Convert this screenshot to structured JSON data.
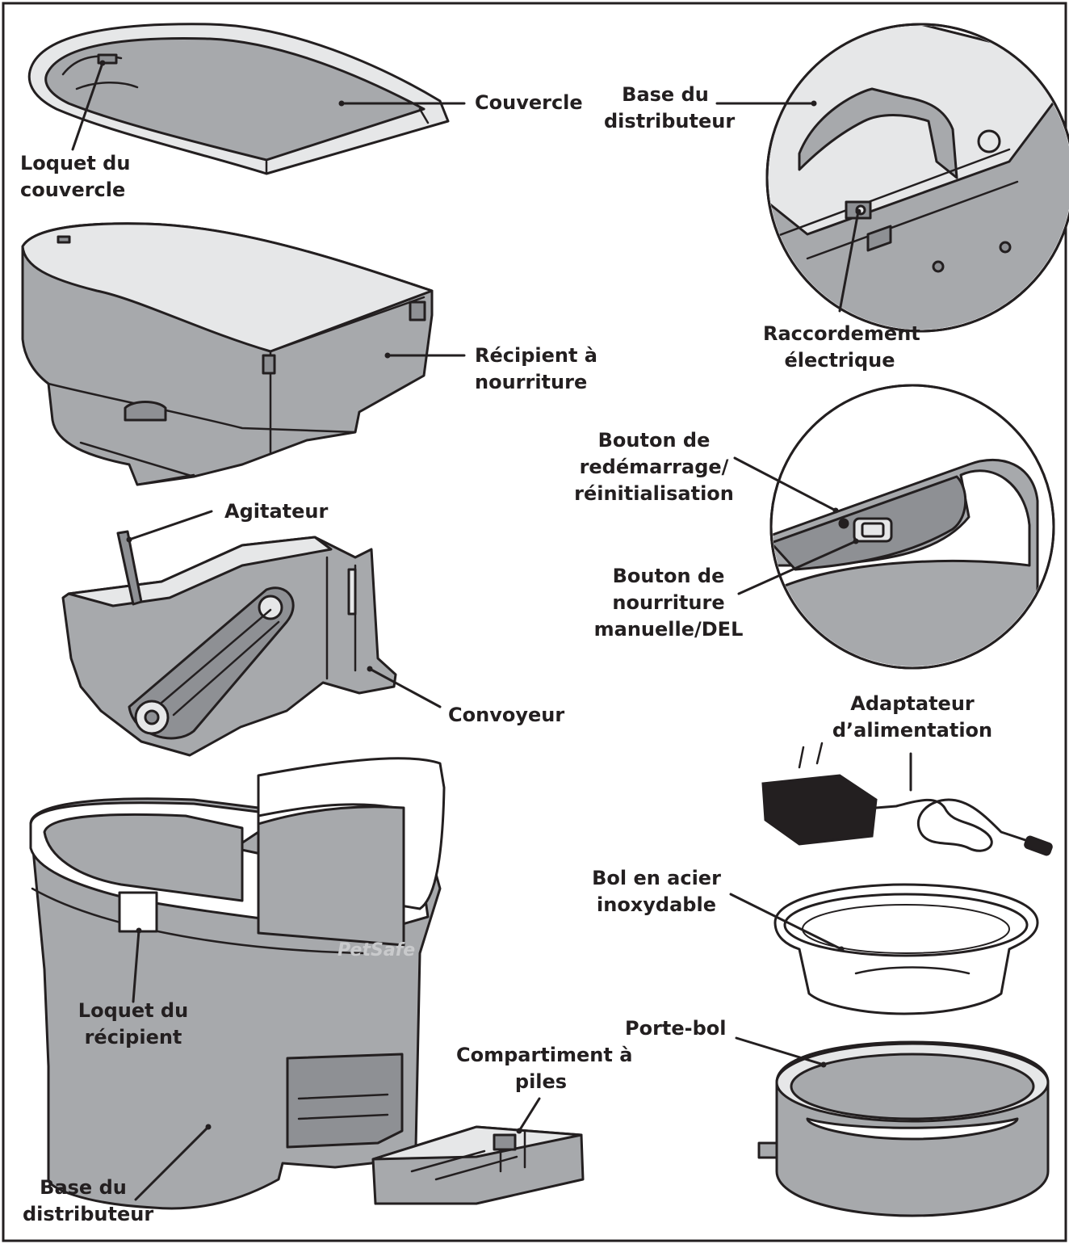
{
  "labels": {
    "couvercle": "Couvercle",
    "loquet_couvercle": "Loquet du\ncouvercle",
    "recipient_nourriture": "Récipient à\nnourriture",
    "agitateur": "Agitateur",
    "convoyeur": "Convoyeur",
    "loquet_recipient": "Loquet du\nrécipient",
    "base_distributeur_bottom": "Base du\ndistributeur",
    "compartiment_piles": "Compartiment à\npiles",
    "base_distributeur_top": "Base du\ndistributeur",
    "raccordement_electrique": "Raccordement\nélectrique",
    "bouton_redemarrage": "Bouton de\nredémarrage/\nréinitialisation",
    "bouton_nourriture": "Bouton de\nnourriture\nmanuelle/DEL",
    "adaptateur": "Adaptateur\nd’alimentation",
    "bol_acier": "Bol en acier\ninoxydable",
    "porte_bol": "Porte-bol"
  },
  "brand_mark": "PetSafe",
  "colors": {
    "part_fill": "#a7a9ac",
    "outline": "#231f20",
    "highlight": "#e6e7e8"
  }
}
